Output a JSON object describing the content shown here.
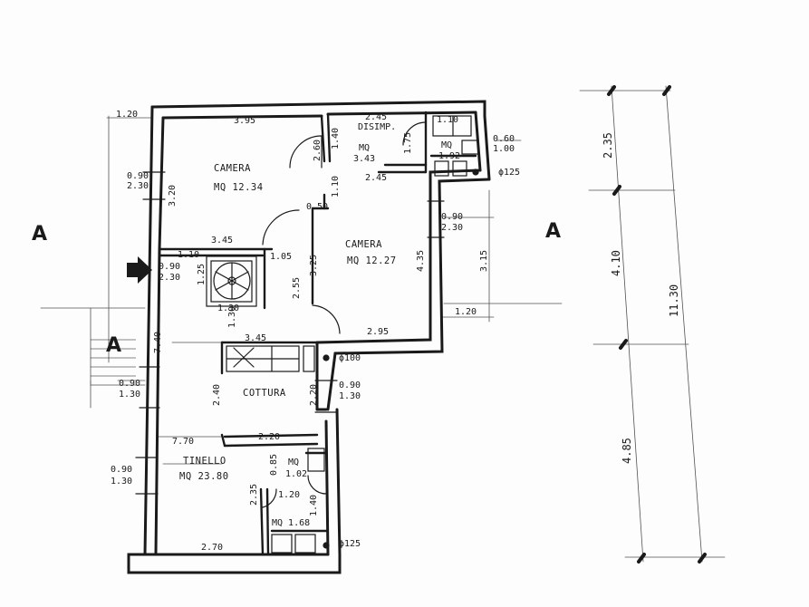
{
  "rooms": {
    "camera1": {
      "name": "CAMERA",
      "area": "MQ 12.34"
    },
    "disimp": {
      "name": "DISIMP.",
      "mq": "MQ",
      "area": "3.43"
    },
    "bath1": {
      "mq": "MQ",
      "area": "1.92"
    },
    "camera2": {
      "name": "CAMERA",
      "area": "MQ 12.27"
    },
    "cottura": {
      "name": "COTTURA"
    },
    "tinello": {
      "name": "TINELLO",
      "area": "MQ 23.80"
    },
    "closet": {
      "mq": "MQ",
      "area": "1.02"
    },
    "bath2": {
      "area": "MQ 1.68"
    }
  },
  "section_marks": {
    "left_top": "A",
    "right_top": "A",
    "left_mid": "A"
  },
  "dims": {
    "d_120_tl": "1.20",
    "d_395": "3.95",
    "d_245_top": "2.45",
    "d_110_top": "1.10",
    "d_060": "0.60",
    "d_100": "1.00",
    "d_phi125_top": "ϕ125",
    "d_090_a": "0.90",
    "d_230_a": "2.30",
    "d_320": "3.20",
    "d_260": "2.60",
    "d_140_a": "1.40",
    "d_175": "1.75",
    "d_245_mid": "2.45",
    "d_110_mid": "1.10",
    "d_050": "0.50",
    "d_090_b": "0.90",
    "d_230_b": "2.30",
    "d_345_a": "3.45",
    "d_110_st": "1.10",
    "d_105": "1.05",
    "d_125": "1.25",
    "d_325": "3.25",
    "d_435": "4.35",
    "d_315": "3.15",
    "d_255": "2.55",
    "d_090_c": "0.90",
    "d_230_c": "2.30",
    "d_130_st": "1.30",
    "d_120_r": "1.20",
    "d_130_b": "1.30",
    "d_345_b": "3.45",
    "d_295": "2.95",
    "d_740": "7.40",
    "d_phi100": "ϕ100",
    "d_090_d": "0.90",
    "d_130_c": "1.30",
    "d_240": "2.40",
    "d_220_a": "2.20",
    "d_090_e": "0.90",
    "d_130_d": "1.30",
    "d_770": "7.70",
    "d_220_b": "2.20",
    "d_090_f": "0.90",
    "d_130_e": "1.30",
    "d_085": "0.85",
    "d_235_low": "2.35",
    "d_120_low": "1.20",
    "d_140_low": "1.40",
    "d_270": "2.70",
    "d_phi125_bot": "ϕ125",
    "d_235_right": "2.35",
    "d_410": "4.10",
    "d_485": "4.85",
    "d_1130": "11.30"
  }
}
